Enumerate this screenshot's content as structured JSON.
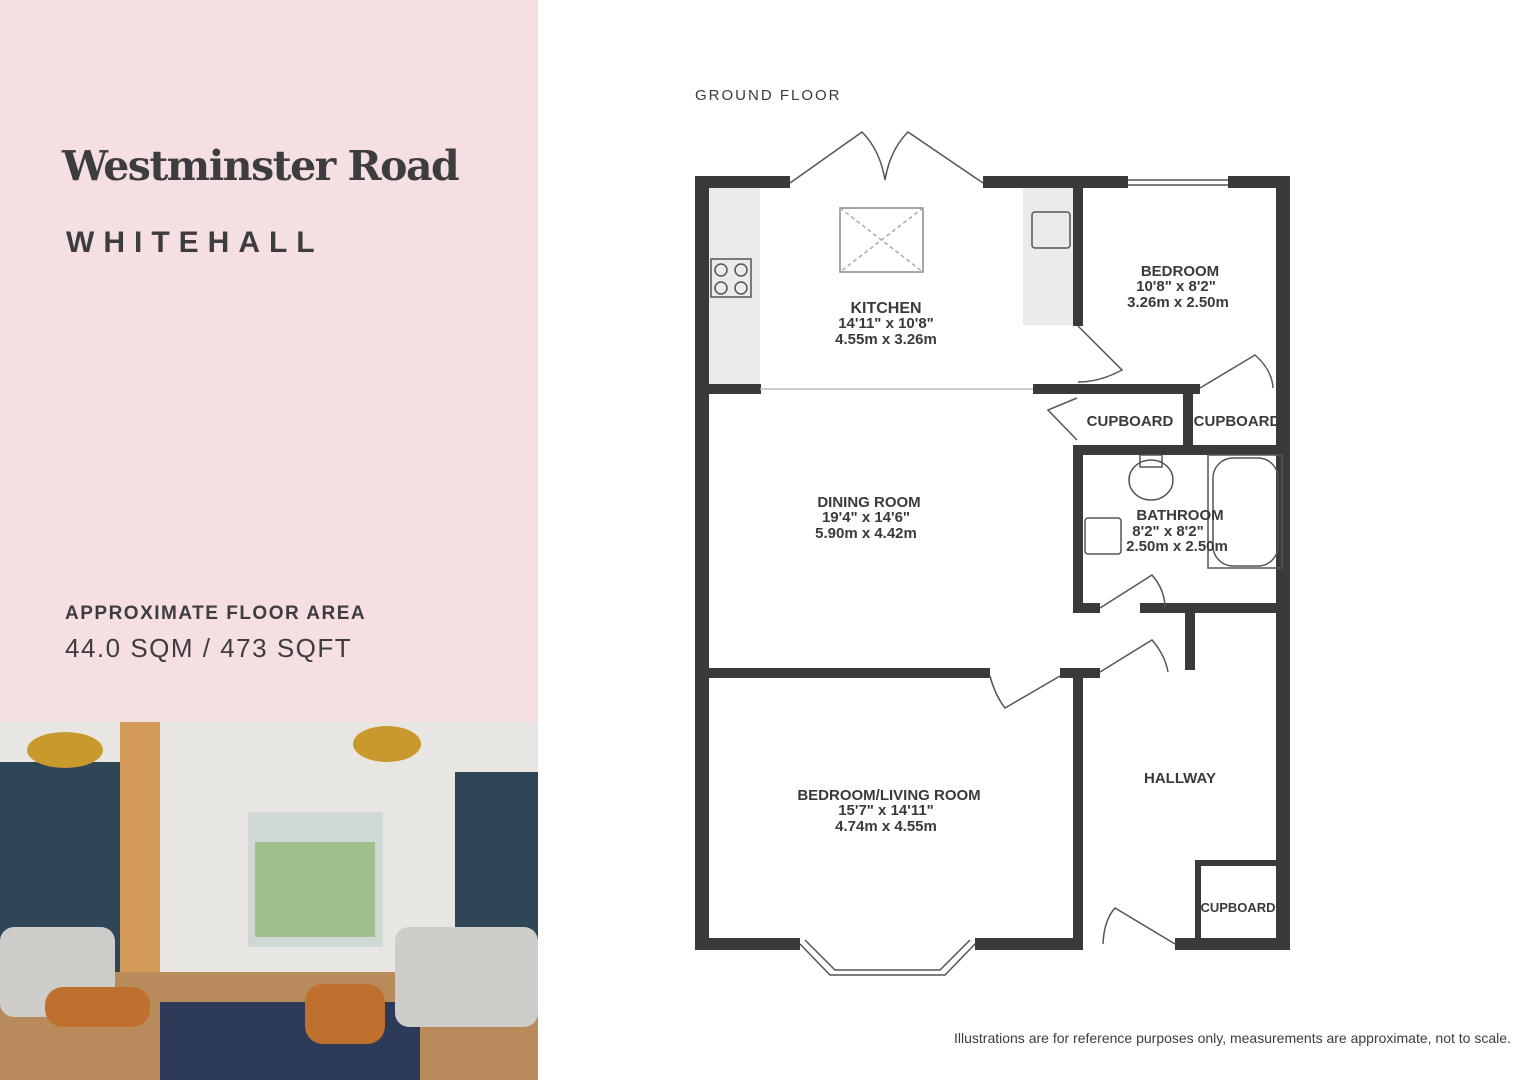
{
  "property": {
    "name": "Westminster Road",
    "area": "WHITEHALL",
    "floor_area_label": "APPROXIMATE FLOOR AREA",
    "floor_area_value": "44.0 SQM / 473 SQFT"
  },
  "plan": {
    "floor_label": "GROUND  FLOOR",
    "rooms": {
      "kitchen": {
        "name": "KITCHEN",
        "imperial": "14'11\"  x 10'8\"",
        "metric": "4.55m  x 3.26m"
      },
      "bedroom": {
        "name": "BEDROOM",
        "imperial": "10'8\"  x 8'2\"",
        "metric": "3.26m  x 2.50m"
      },
      "cupboard1": {
        "name": "CUPBOARD"
      },
      "cupboard2": {
        "name": "CUPBOARD"
      },
      "dining": {
        "name": "DINING ROOM",
        "imperial": "19'4\"  x 14'6\"",
        "metric": "5.90m  x 4.42m"
      },
      "bathroom": {
        "name": "BATHROOM",
        "imperial": "8'2\"  x 8'2\"",
        "metric": "2.50m  x 2.50m"
      },
      "living": {
        "name": "BEDROOM/LIVING ROOM",
        "imperial": "15'7\"  x 14'11\"",
        "metric": "4.74m  x 4.55m"
      },
      "hallway": {
        "name": "HALLWAY"
      },
      "cupboard3": {
        "name": "CUPBOARD"
      }
    },
    "wall_color": "#3a3a3a"
  },
  "disclaimer": "Illustrations are for reference purposes only, measurements are approximate, not to scale.",
  "colors": {
    "panel": "#f5dfe0",
    "text": "#3d3d3f"
  }
}
